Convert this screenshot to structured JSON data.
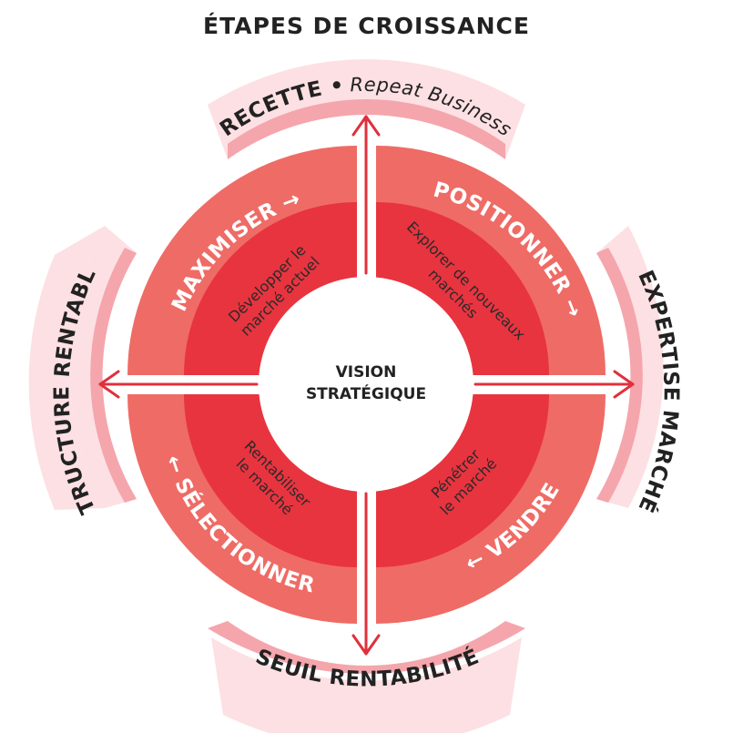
{
  "title": "ÉTAPES DE CROISSANCE",
  "center": {
    "line1": "VISION",
    "line2": "STRATÉGIQUE"
  },
  "outer": {
    "top_bold": "RECETTE •",
    "top_italic": "Repeat Business",
    "right": "EXPERTISE MARCHÉ",
    "bottom": "SEUIL RENTABILITÉ",
    "left": "STRUCTURE RENTABLE"
  },
  "quadrants": {
    "top_left": {
      "label": "MAXIMISER →",
      "inner_line1": "Développer le",
      "inner_line2": "marché actuel"
    },
    "top_right": {
      "label": "POSITIONNER →",
      "inner_line1": "Explorer de nouveaux",
      "inner_line2": "marchés"
    },
    "bottom_right": {
      "label": "← VENDRE",
      "inner_line1": "Pénétrer",
      "inner_line2": "le marché"
    },
    "bottom_left": {
      "label": "← SÉLECTIONNER",
      "inner_line1": "Rentabiliser",
      "inner_line2": "le marché"
    }
  },
  "colors": {
    "outer_band_light": "#fde0e3",
    "outer_band_mid": "#f4a6ac",
    "quadrant_outer": "#ef6b66",
    "quadrant_inner": "#e8343f",
    "arrow": "#e0303c",
    "text_dark": "#222222"
  }
}
